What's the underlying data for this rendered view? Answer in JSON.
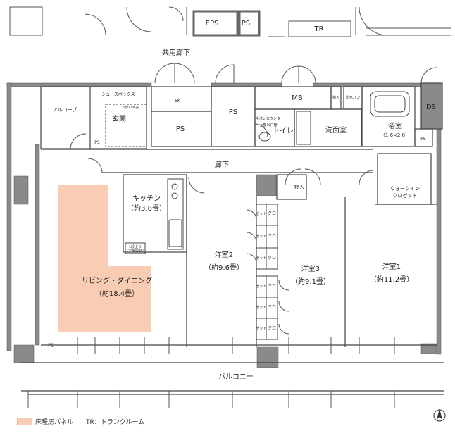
{
  "colors": {
    "floor_heating": "#f9cdb4",
    "wall": "#666666",
    "line": "#444444"
  },
  "top_labels": {
    "eps": "EPS",
    "ps_top": "PS",
    "tr": "TR",
    "common_corridor": "共用廊下"
  },
  "rooms": {
    "shoes_box": "シューズボックス",
    "hanging_ceiling": "下がり天井",
    "alcove": "アルコーブ",
    "entrance": "玄関",
    "sk": "SK",
    "ps_mid": "PS",
    "ps_lower": "PS",
    "ps_small_left": "PS",
    "mb": "MB",
    "storage_top": "物入",
    "waterproof_pan": "防水パン",
    "hand_wash": "手洗いカウンター",
    "upper_cabinet": "上部吊戸棚",
    "toilet": "トイレ",
    "washroom": "洗面室",
    "bathroom": "浴室",
    "bathroom_size": "（1.6×2.0）",
    "ds": "DS",
    "ps_bath": "PS",
    "hallway": "廊下",
    "storage_hall": "物入",
    "walk_in_1": "ウォークイン",
    "walk_in_2": "クロゼット",
    "kitchen": "キッチン",
    "kitchen_area": "（約3.8畳）",
    "ref_note_1": "1段上り",
    "ref_note_2": "（下部収納）",
    "living": "リビング・ダイニング",
    "living_area": "（約18.4畳）",
    "room2": "洋室2",
    "room2_area": "（約9.6畳）",
    "room3": "洋室3",
    "room3_area": "（約9.1畳）",
    "room1": "洋室1",
    "room1_area": "（約11.2畳）",
    "closet_a": "クロ",
    "closet_b": "ゼット",
    "ps_balcony": "PS",
    "balcony": "バルコニー"
  },
  "legend": {
    "floor_heating_label": "床暖房パネル",
    "tr_label": "TR：トランクルーム"
  }
}
